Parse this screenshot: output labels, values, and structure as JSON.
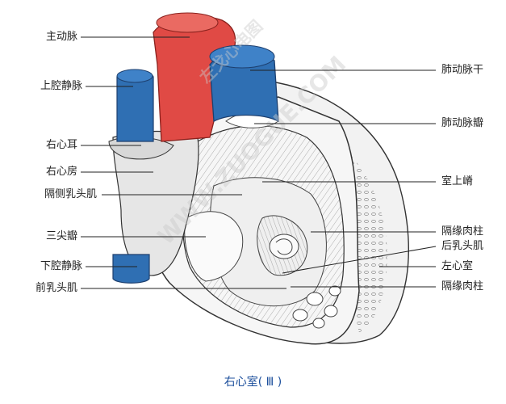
{
  "figure": {
    "caption": "右心室( Ⅲ )",
    "watermark": "WWW.ZUOGUE.COM",
    "watermark_cn": "左戈心电图",
    "colors": {
      "artery_red": "#e04a45",
      "vein_blue": "#2f6fb3",
      "leader_line": "#222222",
      "caption_blue": "#1c4f9c"
    }
  },
  "labels_left": [
    {
      "id": "aorta",
      "text": "主动脉"
    },
    {
      "id": "svc",
      "text": "上腔静脉"
    },
    {
      "id": "right-auricle",
      "text": "右心耳"
    },
    {
      "id": "right-atrium",
      "text": "右心房"
    },
    {
      "id": "septal-papillary",
      "text": "隔侧乳头肌"
    },
    {
      "id": "tricuspid",
      "text": "三尖瓣"
    },
    {
      "id": "ivc",
      "text": "下腔静脉"
    },
    {
      "id": "anterior-papillary",
      "text": "前乳头肌"
    }
  ],
  "labels_right": [
    {
      "id": "pulmonary-trunk",
      "text": "肺动脉干"
    },
    {
      "id": "pulmonary-valve",
      "text": "肺动脉瓣"
    },
    {
      "id": "supraventricular-crest",
      "text": "室上嵴"
    },
    {
      "id": "septomarginal-1",
      "text": "隔缘肉柱"
    },
    {
      "id": "posterior-papillary",
      "text": "后乳头肌"
    },
    {
      "id": "left-ventricle",
      "text": "左心室"
    },
    {
      "id": "septomarginal-2",
      "text": "隔缘肉柱"
    }
  ]
}
